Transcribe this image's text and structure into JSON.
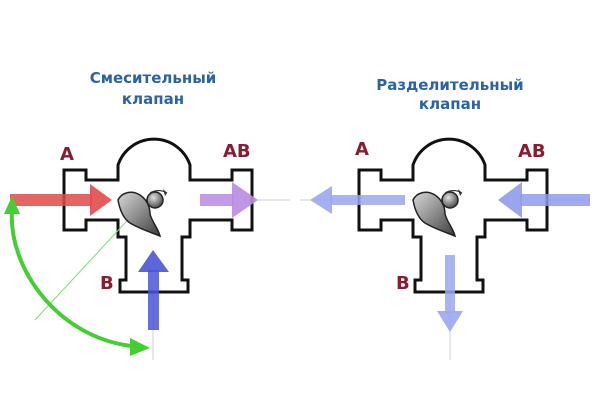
{
  "mixing_valve": {
    "title_line1": "Смесительный",
    "title_line2": "клапан",
    "port_a": "A",
    "port_ab": "AB",
    "port_b": "B"
  },
  "diverting_valve": {
    "title_line1": "Разделительный",
    "title_line2": "клапан",
    "port_a": "A",
    "port_ab": "AB",
    "port_b": "B"
  },
  "colors": {
    "title": "#2b62a8",
    "port_label": "#8a1c32",
    "flow_a_in": "#e14a4a",
    "flow_ab": "#b88be0",
    "flow_b_in": "#4a55d6",
    "flow_out": "#9aa7ef",
    "rotation_arc": "#43cf32",
    "valve_plug": "#9a9a9a"
  }
}
